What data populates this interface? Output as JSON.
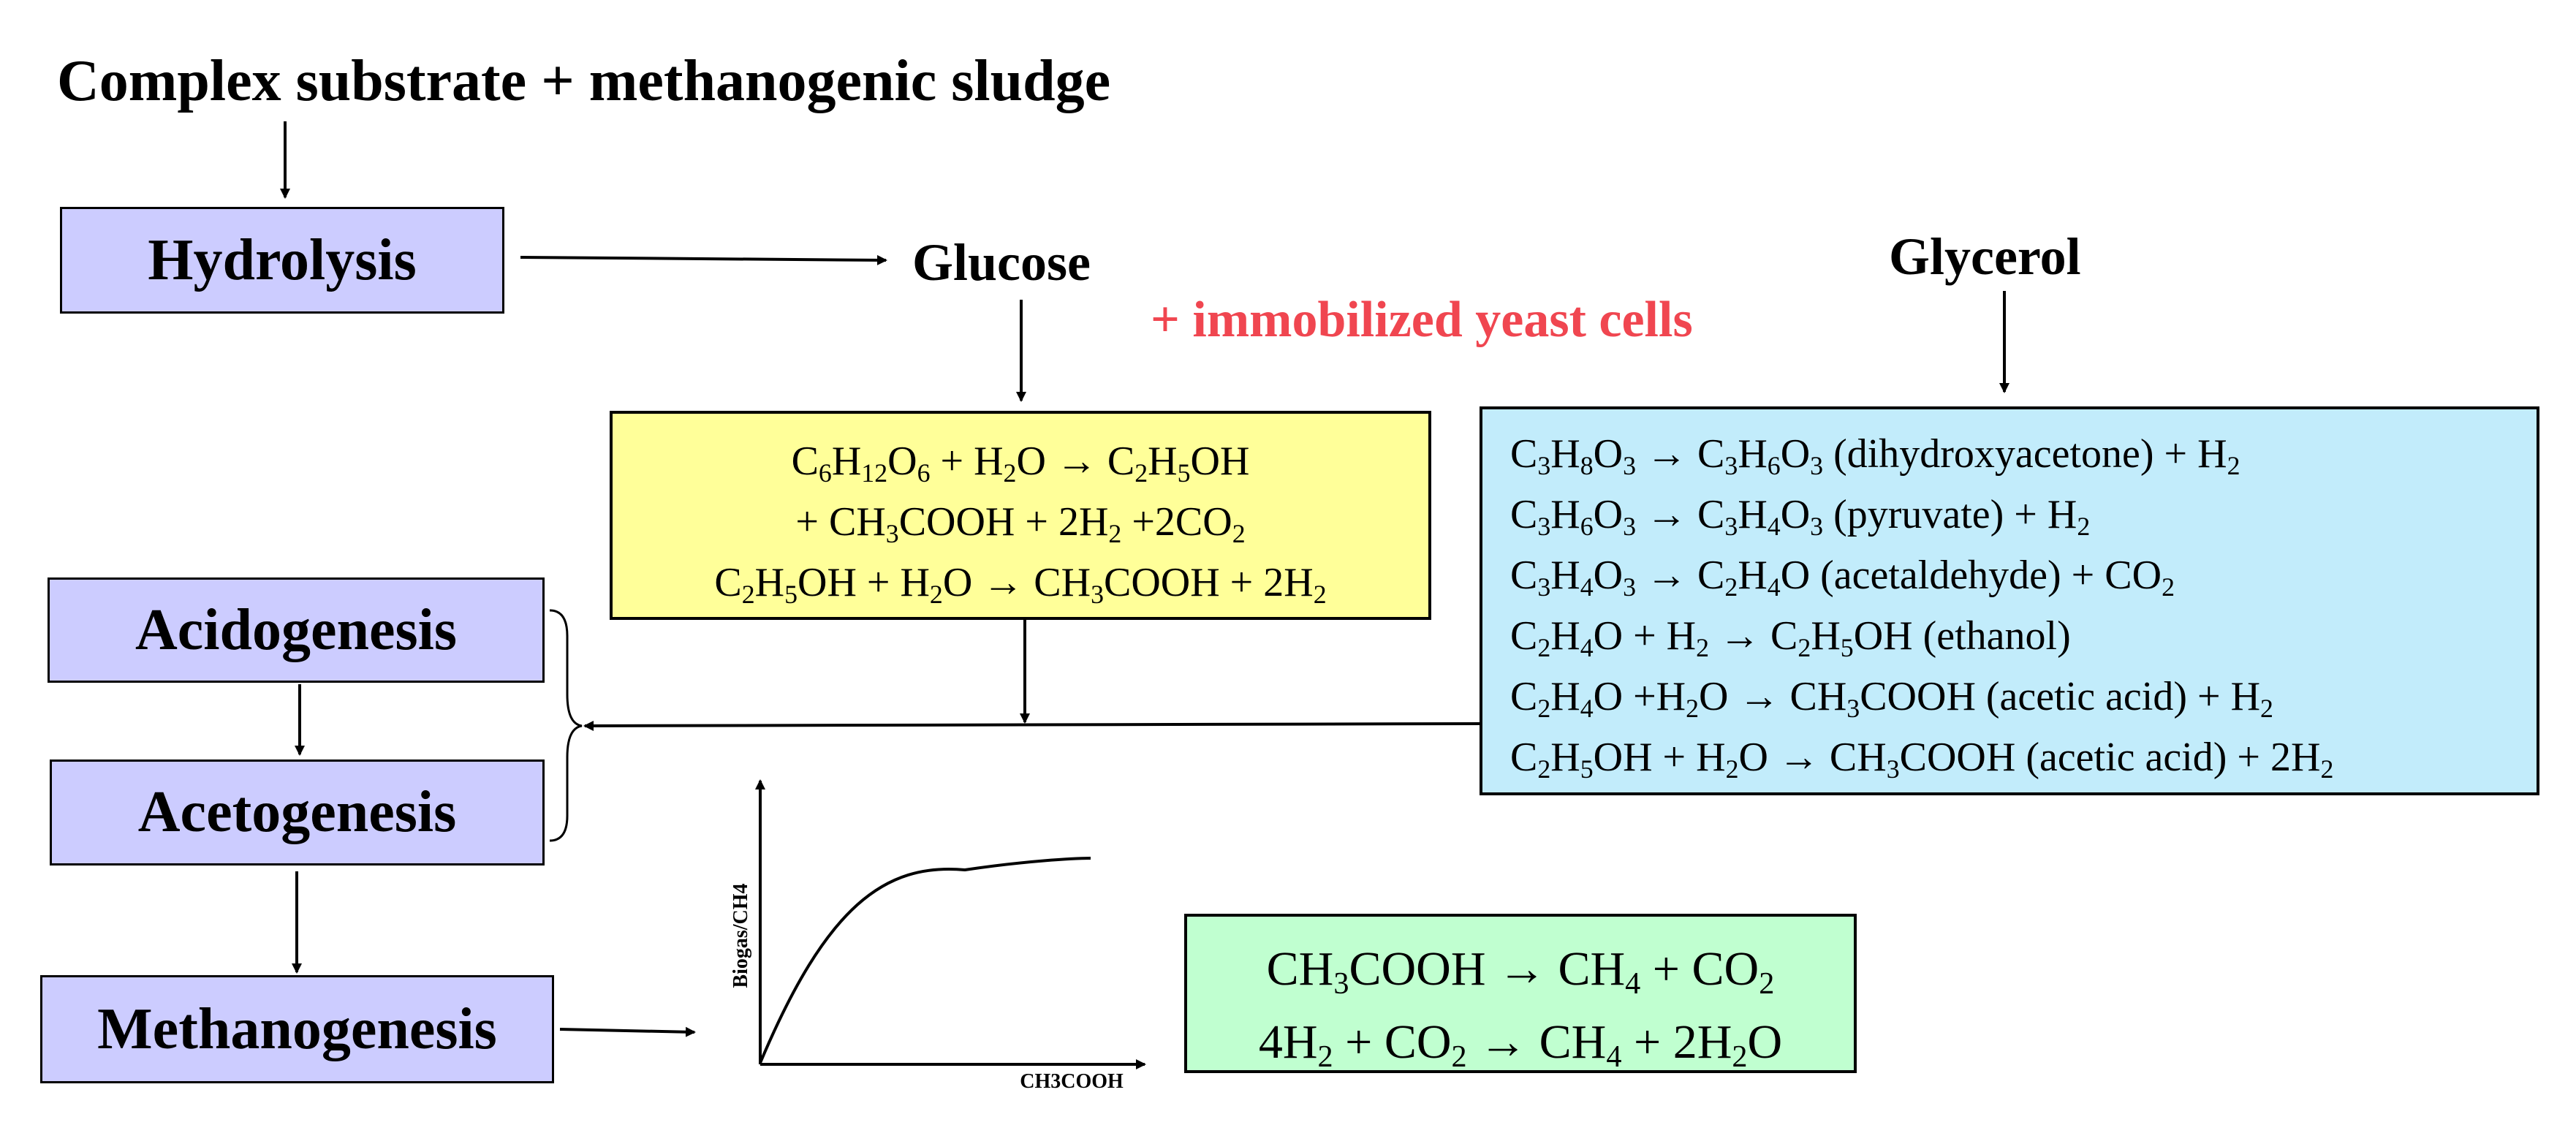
{
  "title": "Complex substrate + methanogenic sludge",
  "stages": {
    "hydrolysis": "Hydrolysis",
    "acidogenesis": "Acidogenesis",
    "acetogenesis": "Acetogenesis",
    "methanogenesis": "Methanogenesis"
  },
  "glucose_label": "Glucose",
  "glycerol_label": "Glycerol",
  "yeast_note": "+ immobilized yeast cells",
  "glucose_box": {
    "lines": [
      "C6H12O6 + H2O → C2H5OH",
      "+ CH3COOH + 2H2 +2CO2",
      "C2H5OH + H2O → CH3COOH + 2H2"
    ]
  },
  "glycerol_box": {
    "lines": [
      "C3H8O3 → C3H6O3 (dihydroxyacetone) + H2",
      "C3H6O3 → C3H4O3 (pyruvate) + H2",
      "C3H4O3 → C2H4O (acetaldehyde) + CO2",
      "C2H4O + H2 → C2H5OH (ethanol)",
      "C2H4O +H2O → CH3COOH (acetic acid) + H2",
      "C2H5OH + H2O → CH3COOH (acetic acid) + 2H2"
    ]
  },
  "methane_box": {
    "lines": [
      "CH3COOH → CH4 + CO2",
      "4H2 + CO2 → CH4 + 2H2O"
    ]
  },
  "graph": {
    "ylabel": "Biogas/CH4",
    "xlabel": "CH3COOH",
    "curve": "saturating"
  },
  "colors": {
    "stage_fill": "#ccccff",
    "glucose_fill": "#ffff99",
    "glycerol_fill": "#c2ecfb",
    "methane_fill": "#c0ffd0",
    "note_red": "#f04650"
  }
}
